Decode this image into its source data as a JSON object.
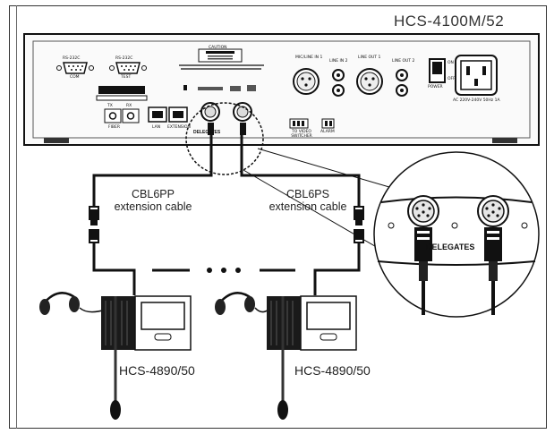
{
  "title": "HCS-4100M/52",
  "cables": [
    {
      "name": "CBL6PP",
      "desc": "extension cable"
    },
    {
      "name": "CBL6PS",
      "desc": "extension cable"
    }
  ],
  "units": [
    {
      "model": "HCS-4890/50"
    },
    {
      "model": "HCS-4890/50"
    }
  ],
  "rear_panel": {
    "com_label": "COM",
    "com_port": "RS-232C",
    "test_label": "TEST",
    "test_port": "RS-232C",
    "caution": "CAUTION",
    "fiber": "FIBER",
    "tx": "TX",
    "rx": "RX",
    "lan": "LAN",
    "extension": "EXTENSION",
    "delegates": "DELEGATES",
    "mic_line_in": "MIC/LINE IN 1",
    "line_in_2": "LINE IN 2",
    "line_out_1": "LINE OUT 1",
    "line_out_2": "LINE OUT 2",
    "to_video_switcher": "TO VIDEO SWITCHER",
    "alarm": "ALARM",
    "on": "ON",
    "off": "OFF",
    "power": "POWER",
    "ac_rating": "AC 220V-240V 50Hz 1A"
  },
  "zoom_label": "DELEGATES"
}
